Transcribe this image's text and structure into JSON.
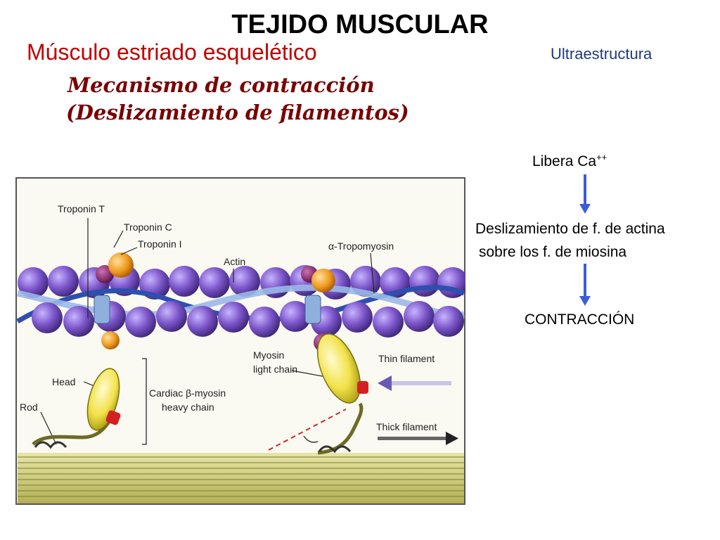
{
  "slide": {
    "title": "TEJIDO MUSCULAR",
    "subtitle": "Músculo estriado esquelético",
    "corner_label": "Ultraestructura",
    "mechanism_line1": "Mecanismo de contracción",
    "mechanism_line2": "(Deslizamiento de filamentos)"
  },
  "process": {
    "step1_text": "Libera Ca",
    "step1_superscript": "++",
    "step2_line1": "Deslizamiento de f. de actina",
    "step2_line2": "sobre los f. de miosina",
    "step3": "CONTRACCIÓN",
    "arrow_color": "#3a5ed8"
  },
  "figure": {
    "labels": {
      "troponin_t": "Troponin T",
      "troponin_c": "Troponin C",
      "troponin_i": "Troponin I",
      "actin": "Actin",
      "tropomyosin": "α-Tropomyosin",
      "myosin_light_chain_1": "Myosin",
      "myosin_light_chain_2": "light chain",
      "thin_filament": "Thin filament",
      "head": "Head",
      "rod": "Rod",
      "heavy_chain_1": "Cardiac β-myosin",
      "heavy_chain_2": "heavy chain",
      "thick_filament": "Thick filament"
    },
    "colors": {
      "actin": "#7b55c9",
      "troponin_c": "#f09a1e",
      "troponin_i": "#8a2070",
      "tropomyosin": "#2e4fae",
      "myosin_head": "#f2e24a",
      "thick_filament": "#c8c670"
    }
  }
}
